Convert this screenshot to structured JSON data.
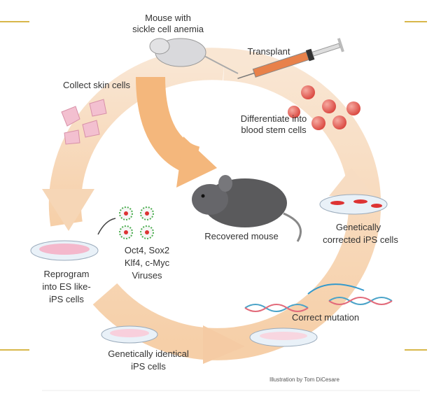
{
  "labels": {
    "mouse_sick_1": "Mouse with",
    "mouse_sick_2": "sickle cell anemia",
    "transplant": "Transplant",
    "collect": "Collect skin cells",
    "differentiate_1": "Differentiate into",
    "differentiate_2": "blood stem cells",
    "recovered": "Recovered mouse",
    "corrected_1": "Genetically",
    "corrected_2": "corrected iPS cells",
    "factors_1": "Oct4, Sox2",
    "factors_2": "Klf4, c-Myc",
    "factors_3": "Viruses",
    "reprogram_1": "Reprogram",
    "reprogram_2": "into ES like-",
    "reprogram_3": "iPS cells",
    "correct_mutation": "Correct mutation",
    "identical_1": "Genetically identical",
    "identical_2": "iPS cells",
    "credit": "Illustration by Tom DiCesare"
  },
  "colors": {
    "ring": "#f8dcc2",
    "inner_arrow": "#f4b77c",
    "accent_line": "#d8b74a",
    "cell_pink": "#f2b6c8",
    "blood_cell": "#e8665e",
    "mouse": "#5a5a5c"
  }
}
